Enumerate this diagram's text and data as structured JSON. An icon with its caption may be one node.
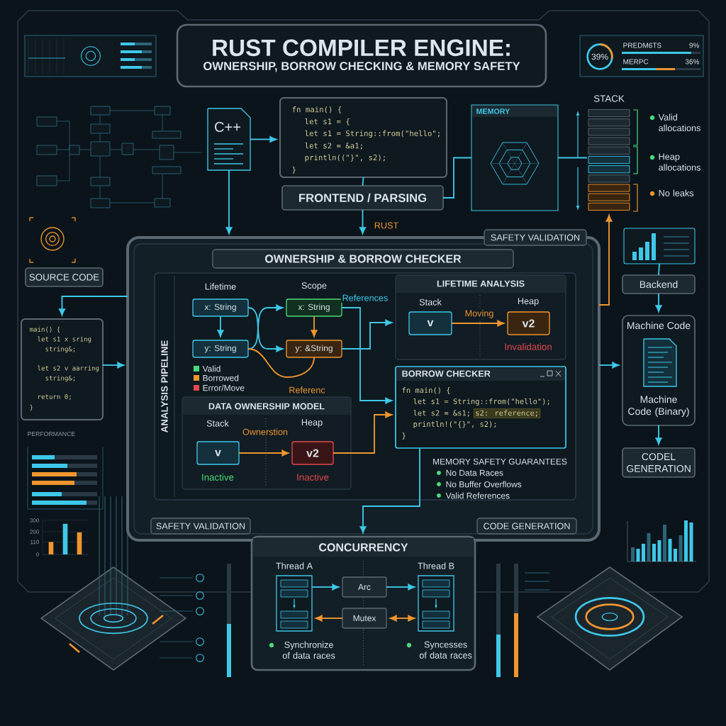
{
  "diagram": {
    "nodes": [
      {
        "text": [
          "RUST COMPILER ENGINE:",
          "OWNERSHIP, BORROW CHECKING & MEMORY SAFETY"
        ]
      },
      {
        "text": [
          "C++"
        ]
      },
      {
        "text": [
          "fn main() {",
          "let s1 = {",
          "let s1 = String::from(\"hello\";",
          "let s2 = &a1;",
          "println((\"}\", s2);",
          "}"
        ]
      },
      {
        "text": [
          "FRONTEND / PARSING"
        ]
      },
      {
        "text": [
          "MEMORY"
        ]
      },
      {
        "text": [
          "STACK"
        ],
        "beside": [
          "Valid allocations",
          "Heap allocations",
          "No leaks"
        ]
      },
      {
        "text": [
          "SOURCE CODE"
        ]
      },
      {
        "text": [
          "main() {",
          "let s1 x sring",
          "string&;",
          "let s2 v aarring",
          "string&;",
          "return 0;",
          "}"
        ]
      },
      {
        "text": [
          "OWNERSHIP & BORROW CHECKER",
          "SAFETY VALIDATION",
          "SAFETY VALIDATION",
          "CODE GENERATION"
        ]
      },
      {
        "text": [
          "ANALYSIS PIPELINE"
        ],
        "in": 8
      },
      {
        "text": [
          "x: String"
        ],
        "in": 9
      },
      {
        "text": [
          "y: String"
        ],
        "in": 9
      },
      {
        "text": [
          "x: String"
        ],
        "in": 9
      },
      {
        "text": [
          "y: &String"
        ],
        "in": 9
      },
      {
        "text": [
          "DATA OWNERSHIP MODEL",
          "Stack",
          "Heap"
        ],
        "in": 9
      },
      {
        "text": [
          "v"
        ],
        "beside": [
          "Inactive"
        ],
        "in": 14
      },
      {
        "text": [
          "v2"
        ],
        "beside": [
          "Inactive"
        ],
        "in": 14
      },
      {
        "text": [
          "LIFETIME ANALYSIS",
          "Stack",
          "Heap"
        ],
        "in": 9
      },
      {
        "text": [
          "v"
        ],
        "in": 17
      },
      {
        "text": [
          "v2"
        ],
        "beside": [
          "Invalidation"
        ],
        "in": 17
      },
      {
        "text": [
          "BORROW CHECKER",
          "fn main() {",
          "let s1 = String::from(\"hello\");",
          "let s2 = &s1;",
          "s2: reference;",
          "println!(\"{}\", s2);",
          "}"
        ],
        "in": 9
      },
      {
        "text": [
          "CONCURRENCY"
        ]
      },
      {
        "text": [
          "Thread A"
        ],
        "beside": [
          "Synchronize of data races"
        ],
        "in": 21
      },
      {
        "text": [
          "Arc"
        ],
        "in": 21
      },
      {
        "text": [
          "Mutex"
        ],
        "in": 21
      },
      {
        "text": [
          "Thread B"
        ],
        "beside": [
          "Syncesses of data races"
        ],
        "in": 21
      },
      {
        "text": [
          "Backend"
        ]
      },
      {
        "text": [],
        "shape": "picture"
      },
      {
        "text": [
          "Machine Code",
          "Machine Code (Binary)"
        ]
      },
      {
        "text": [
          "CODEL GENERATION"
        ]
      }
    ],
    "edges": [
      {
        "from": 1,
        "to": 2,
        "arrow": "to"
      },
      {
        "from": 1,
        "to": 8,
        "arrow": "to"
      },
      {
        "from": 2,
        "to": 3,
        "arrow": "none"
      },
      {
        "from": 3,
        "to": 8,
        "arrow": "to",
        "label": "RUST"
      },
      {
        "from": 3,
        "to": 4,
        "arrow": "none"
      },
      {
        "from": 4,
        "to": 5,
        "arrow": "none"
      },
      {
        "from": 8,
        "to": 5,
        "arrow": "to",
        "color": "#f0962e"
      },
      {
        "from": 27,
        "to": 26,
        "arrow": "none"
      },
      {
        "from": 26,
        "to": 28,
        "arrow": "to"
      },
      {
        "from": 8,
        "to": 28,
        "arrow": "to"
      },
      {
        "from": 28,
        "to": 29,
        "arrow": "to"
      },
      {
        "from": 8,
        "to": 7,
        "arrow": "to"
      },
      {
        "from": 7,
        "to": 8,
        "arrow": "to"
      },
      {
        "from": 10,
        "to": 11,
        "arrow": "to"
      },
      {
        "from": 10,
        "to": 13,
        "arrow": "to"
      },
      {
        "from": 11,
        "to": 12,
        "arrow": "to"
      },
      {
        "from": 12,
        "to": 13,
        "arrow": "to",
        "color": "#f0962e"
      },
      {
        "from": 11,
        "to": 13,
        "arrow": "none",
        "color": "#f0962e",
        "label": "Referenc"
      },
      {
        "from": 12,
        "to": 20,
        "arrow": "to",
        "label": "References"
      },
      {
        "from": 13,
        "to": 17,
        "arrow": "to"
      },
      {
        "from": 16,
        "to": 20,
        "arrow": "to",
        "color": "#f0962e"
      },
      {
        "from": 15,
        "to": 16,
        "arrow": "to",
        "color": "#f0962e",
        "label": "Ownerstion"
      },
      {
        "from": 18,
        "to": 19,
        "arrow": "to",
        "color": "#f0962e",
        "label": "Moving"
      },
      {
        "from": 20,
        "to": 21,
        "arrow": "to"
      },
      {
        "from": 22,
        "to": 23,
        "arrow": "to"
      },
      {
        "from": 23,
        "to": 25,
        "arrow": "to"
      },
      {
        "from": 24,
        "to": 22,
        "arrow": "to",
        "color": "#f0962e"
      },
      {
        "from": 24,
        "to": 25,
        "arrow": "both",
        "color": "#f0962e"
      }
    ],
    "labels": [
      "Lifetime",
      "Scope",
      "MEMORY SAFETY GUARANTEES",
      "No Data Races",
      "No Buffer Overflows",
      "Valid References",
      "39%",
      "PREDM6TS",
      "9%",
      "MERPC",
      "36%",
      "PERFORMANCE"
    ],
    "legend": [
      {
        "text": "Valid",
        "color": "#4cd97a"
      },
      {
        "text": "Borrowed",
        "color": "#f0962e"
      },
      {
        "text": "Error/Move",
        "color": "#e5484d"
      }
    ],
    "chart_data": {
      "type": "bar",
      "categories": [
        null,
        null,
        null
      ],
      "series": [
        {
          "color": "#f0962e",
          "values": [
            110,
            null,
            195
          ]
        },
        {
          "color": "#3ec8e8",
          "values": [
            null,
            270,
            null
          ]
        }
      ],
      "ylim": [
        0,
        300
      ],
      "yticks": [
        0,
        110,
        200,
        300
      ]
    }
  }
}
